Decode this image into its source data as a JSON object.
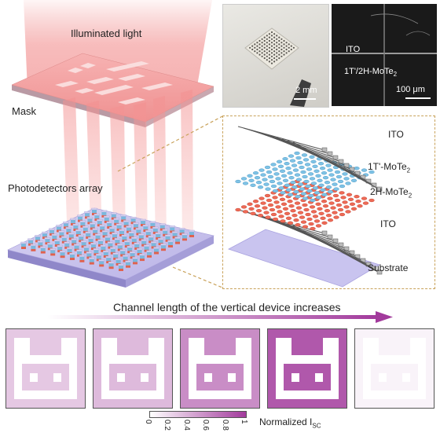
{
  "top_left": {
    "illumination_label": "Illuminated light",
    "mask_label": "Mask",
    "array_label": "Photodetectors array"
  },
  "photos": {
    "left_scale": "2 mm",
    "right_label_ito": "ITO",
    "right_label_junction": "1T'/2H-MoTe",
    "right_label_junction_sub": "2",
    "right_scale": "100 μm"
  },
  "stack": {
    "layers": [
      {
        "label": "ITO",
        "sub": ""
      },
      {
        "label": "1T'-MoTe",
        "sub": "2"
      },
      {
        "label": "2H-MoTe",
        "sub": "2"
      },
      {
        "label": "ITO",
        "sub": ""
      },
      {
        "label": "Substrate",
        "sub": ""
      }
    ]
  },
  "arrow": {
    "label": "Channel length of the vertical device increases"
  },
  "colorbar": {
    "ticks": [
      "0",
      "0.2",
      "0.4",
      "0.6",
      "0.8",
      "1"
    ],
    "label": "Normalized I",
    "label_sub": "SC",
    "colors": {
      "low": "#ffffff",
      "high": "#a23a9c"
    }
  },
  "panels": {
    "intensities": [
      0.28,
      0.35,
      0.58,
      0.85,
      0.06
    ],
    "pattern": [
      "0000000000",
      "0110000110",
      "0110000110",
      "0111111110",
      "0100000010",
      "0101001010",
      "0100000010",
      "0111111110",
      "0000000000"
    ]
  }
}
